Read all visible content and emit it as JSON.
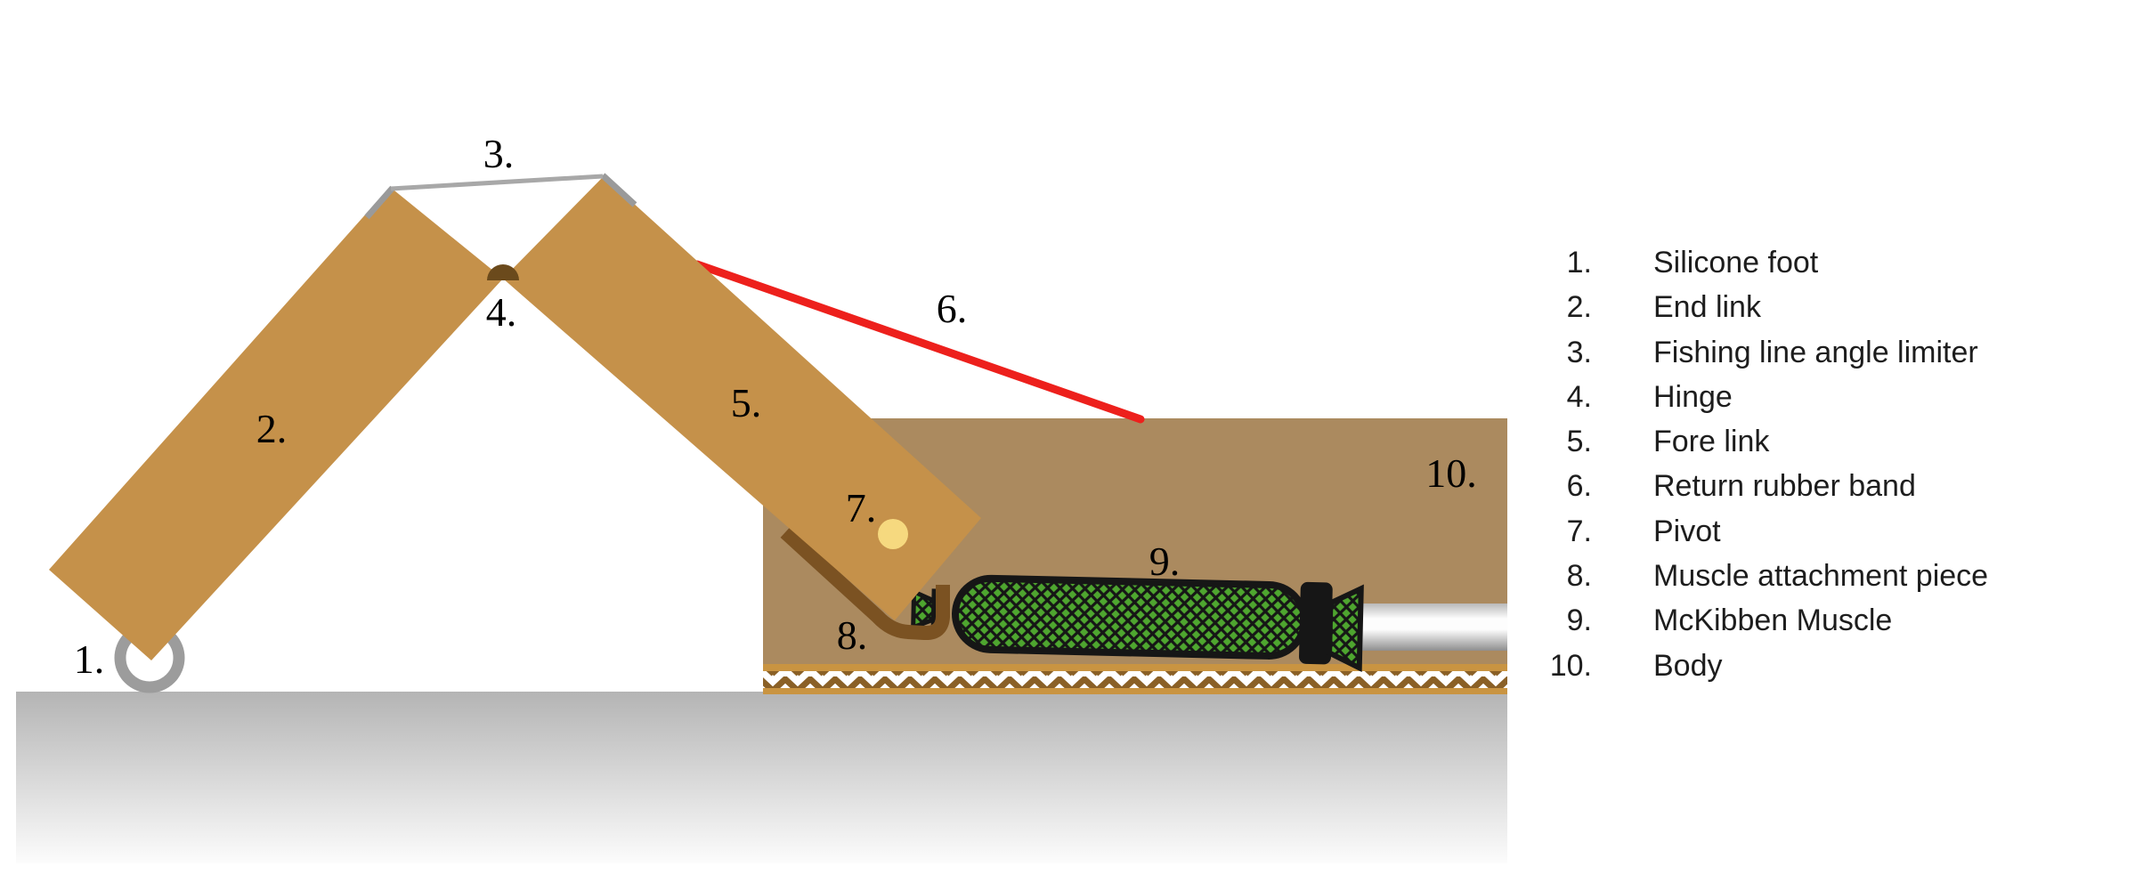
{
  "diagram": {
    "title_semantic": "labeled cross-section diagram of a pneumatic robot leg mechanism",
    "markers": [
      {
        "id": 1,
        "text": "1."
      },
      {
        "id": 2,
        "text": "2."
      },
      {
        "id": 3,
        "text": "3."
      },
      {
        "id": 4,
        "text": "4."
      },
      {
        "id": 5,
        "text": "5."
      },
      {
        "id": 6,
        "text": "6."
      },
      {
        "id": 7,
        "text": "7."
      },
      {
        "id": 8,
        "text": "8."
      },
      {
        "id": 9,
        "text": "9."
      },
      {
        "id": 10,
        "text": "10."
      }
    ],
    "colors": {
      "link": "#c5914a",
      "body": "#ab8a5f",
      "hook": "#7b5222",
      "hinge": "#6b4a1c",
      "pivot": "#f6d97f",
      "mesh_green": "#4ea62f",
      "rubber_band": "#ed201c",
      "fishing_line": "#a8a8a8",
      "angle_limiter": "#9a9a9a",
      "foot_ring": "#9c9c9c",
      "cardboard_zigzag": "#8a6026",
      "cardboard_bar": "#c99441"
    }
  },
  "legend": {
    "items": [
      {
        "num": "1.",
        "label": "Silicone foot"
      },
      {
        "num": "2.",
        "label": "End link"
      },
      {
        "num": "3.",
        "label": "Fishing line angle limiter"
      },
      {
        "num": "4.",
        "label": "Hinge"
      },
      {
        "num": "5.",
        "label": "Fore link"
      },
      {
        "num": "6.",
        "label": "Return rubber band"
      },
      {
        "num": "7.",
        "label": "Pivot"
      },
      {
        "num": "8.",
        "label": "Muscle attachment piece"
      },
      {
        "num": "9.",
        "label": "McKibben Muscle"
      },
      {
        "num": "10.",
        "label": "Body"
      }
    ]
  }
}
